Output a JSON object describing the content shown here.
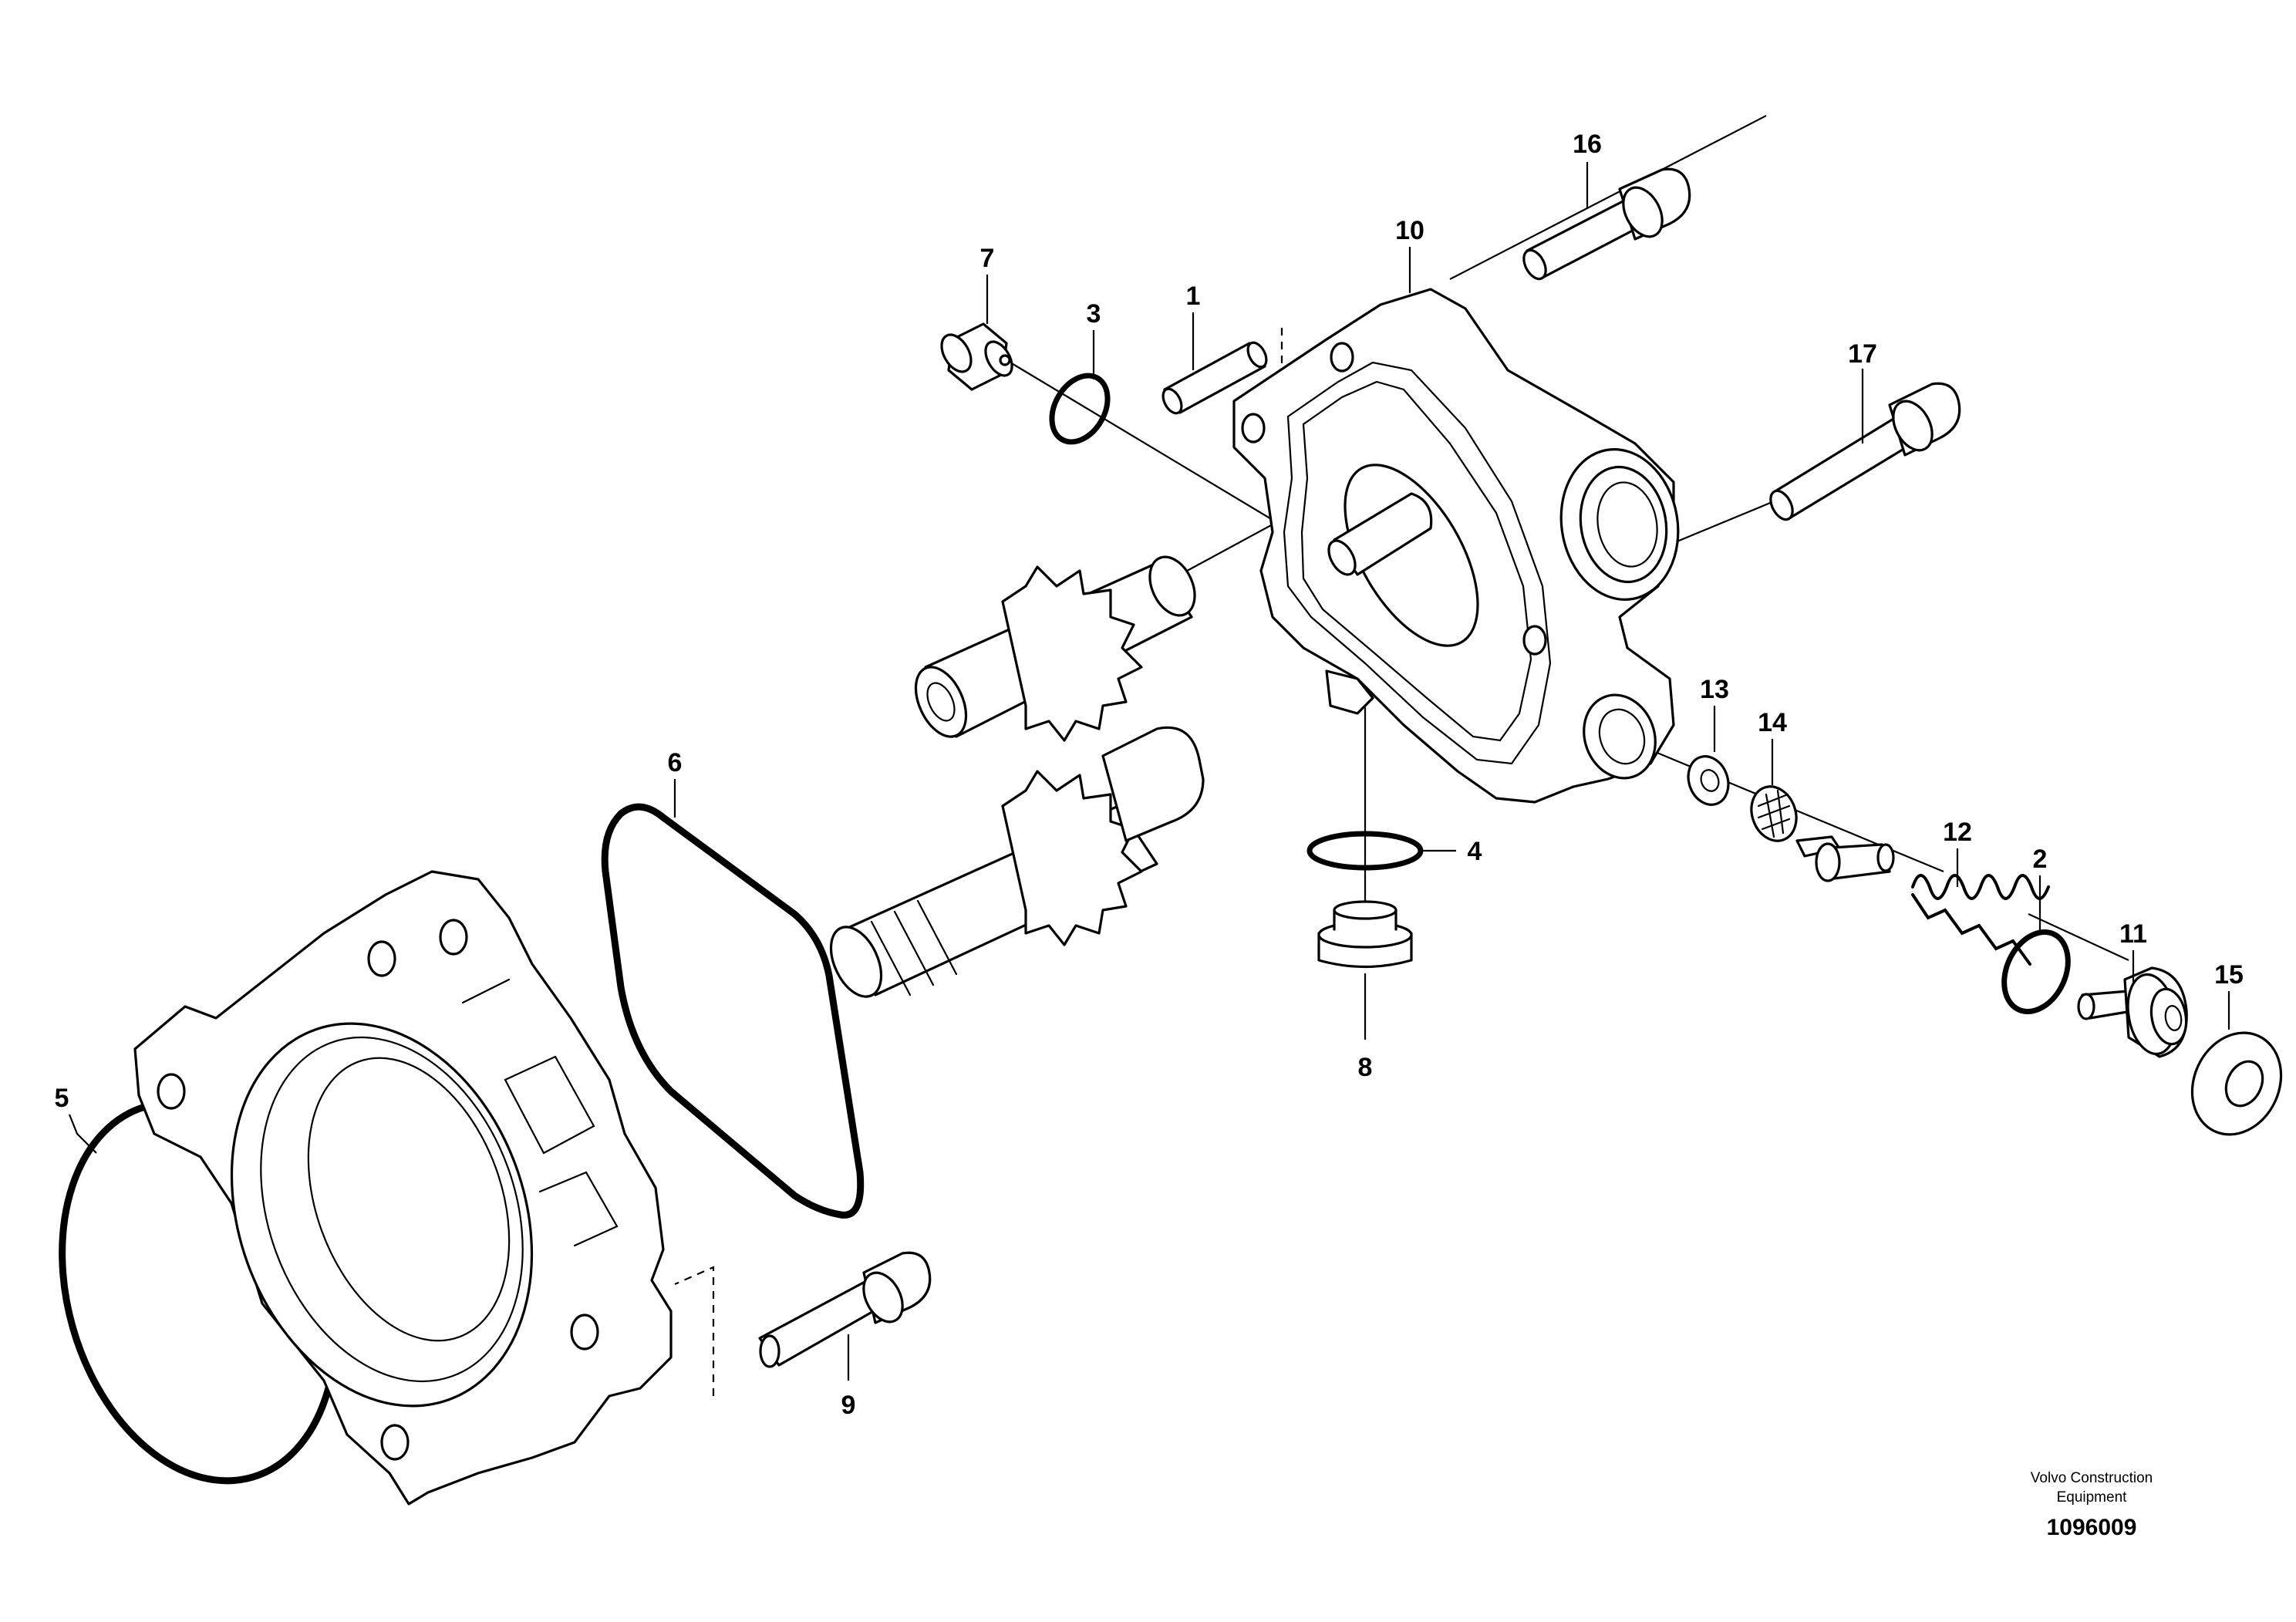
{
  "callouts": [
    {
      "id": "1",
      "label": "1"
    },
    {
      "id": "2",
      "label": "2"
    },
    {
      "id": "3",
      "label": "3"
    },
    {
      "id": "4",
      "label": "4"
    },
    {
      "id": "5",
      "label": "5"
    },
    {
      "id": "6",
      "label": "6"
    },
    {
      "id": "7",
      "label": "7"
    },
    {
      "id": "8",
      "label": "8"
    },
    {
      "id": "9",
      "label": "9"
    },
    {
      "id": "10",
      "label": "10"
    },
    {
      "id": "11",
      "label": "11"
    },
    {
      "id": "12",
      "label": "12"
    },
    {
      "id": "13",
      "label": "13"
    },
    {
      "id": "14",
      "label": "14"
    },
    {
      "id": "15",
      "label": "15"
    },
    {
      "id": "16",
      "label": "16"
    },
    {
      "id": "17",
      "label": "17"
    }
  ],
  "footer": {
    "publisher_line1": "Volvo Construction",
    "publisher_line2": "Equipment",
    "drawing_number": "1096009"
  }
}
